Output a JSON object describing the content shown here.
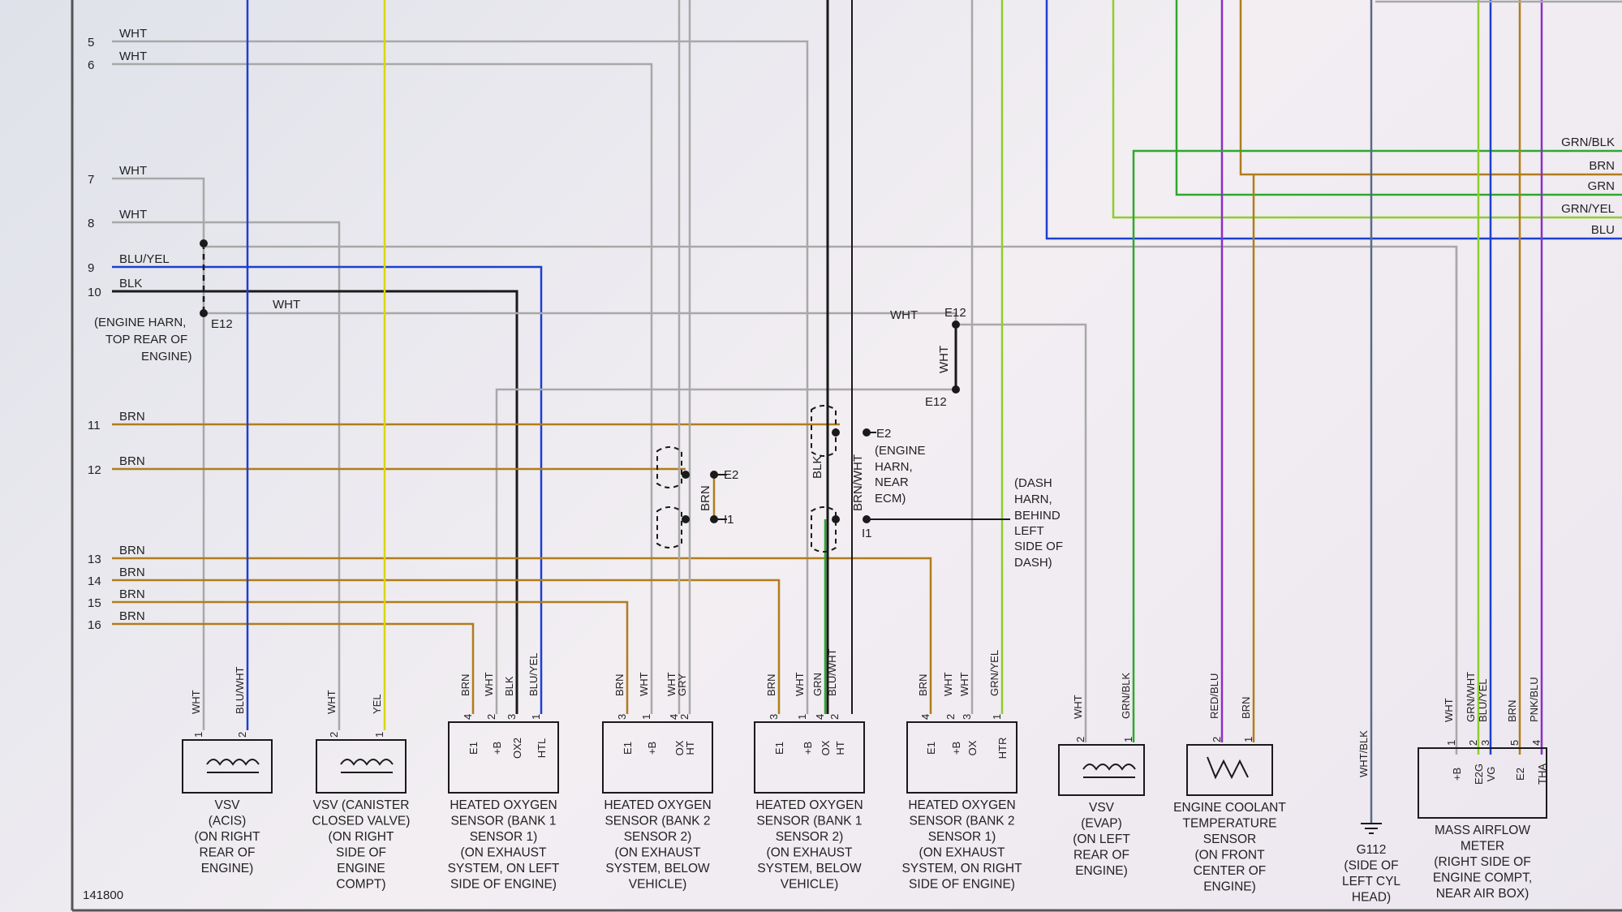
{
  "figure_id": "141800",
  "colors": {
    "WHT": "#a8a8a8",
    "BLU": "#1e3fd0",
    "YEL": "#d9d600",
    "BRN": "#b07d1c",
    "BLK": "#1a1a1a",
    "GRN": "#2ea82e",
    "GRNYEL": "#8fcd2a",
    "PURPLE": "#8a2fc5",
    "GRAYBLU": "#5a6a88"
  },
  "left_wires": [
    {
      "num": "5",
      "code": "WHT"
    },
    {
      "num": "6",
      "code": "WHT"
    },
    {
      "num": "7",
      "code": "WHT"
    },
    {
      "num": "8",
      "code": "WHT"
    },
    {
      "num": "9",
      "code": "BLU/YEL"
    },
    {
      "num": "10",
      "code": "BLK"
    },
    {
      "num": "11",
      "code": "BRN"
    },
    {
      "num": "12",
      "code": "BRN"
    },
    {
      "num": "13",
      "code": "BRN"
    },
    {
      "num": "14",
      "code": "BRN"
    },
    {
      "num": "15",
      "code": "BRN"
    },
    {
      "num": "16",
      "code": "BRN"
    }
  ],
  "right_wires": [
    "GRN/BLK",
    "BRN",
    "GRN",
    "GRN/YEL",
    "BLU"
  ],
  "splice_notes": {
    "wht_mid": "WHT",
    "e12_a": "E12",
    "e12_b": "E12",
    "e12_c": "E12",
    "e12_vert": "WHT",
    "engine_harn_top": [
      "(ENGINE HARN,",
      "TOP REAR OF",
      "ENGINE)"
    ],
    "e2_a": "E2",
    "e2_b": "E2",
    "i1_a": "I1",
    "i1_b": "I1",
    "brn_vert": "BRN",
    "blk_vert": "BLK",
    "brnwht_vert": "BRN/WHT",
    "engine_harn_ecm": [
      "(ENGINE",
      "HARN,",
      "NEAR",
      "ECM)"
    ],
    "dash_harn": [
      "(DASH",
      "HARN,",
      "BEHIND",
      "LEFT",
      "SIDE OF",
      "DASH)"
    ]
  },
  "components": [
    {
      "id": "vsv-acis",
      "wires": [
        "WHT",
        "BLU/WHT"
      ],
      "pins": [
        "1",
        "2"
      ],
      "terms": [],
      "caption": [
        "VSV",
        "(ACIS)",
        "(ON RIGHT",
        "REAR OF",
        "ENGINE)"
      ]
    },
    {
      "id": "vsv-canister",
      "wires": [
        "WHT",
        "YEL"
      ],
      "pins": [
        "2",
        "1"
      ],
      "terms": [],
      "caption": [
        "VSV (CANISTER",
        "CLOSED VALVE)",
        "(ON RIGHT",
        "SIDE OF",
        "ENGINE",
        "COMPT)"
      ]
    },
    {
      "id": "ho2s-b1s1",
      "wires": [
        "BRN",
        "WHT",
        "BLK",
        "BLU/YEL"
      ],
      "pins": [
        "4",
        "2",
        "3",
        "1"
      ],
      "terms": [
        "E1",
        "+B",
        "OX2",
        "HTL"
      ],
      "caption": [
        "HEATED OXYGEN",
        "SENSOR (BANK 1",
        "SENSOR 1)",
        "(ON EXHAUST",
        "SYSTEM, ON LEFT",
        "SIDE OF ENGINE)"
      ]
    },
    {
      "id": "ho2s-b2s2",
      "wires": [
        "BRN",
        "WHT",
        "WHT",
        "GRY"
      ],
      "pins": [
        "3",
        "1",
        "4",
        "2"
      ],
      "terms": [
        "E1",
        "+B",
        "OX",
        "HT"
      ],
      "caption": [
        "HEATED OXYGEN",
        "SENSOR (BANK 2",
        "SENSOR 2)",
        "(ON EXHAUST",
        "SYSTEM, BELOW",
        "VEHICLE)"
      ]
    },
    {
      "id": "ho2s-b1s2",
      "wires": [
        "BRN",
        "WHT",
        "GRN",
        "BLU/WHT"
      ],
      "pins": [
        "3",
        "1",
        "4",
        "2"
      ],
      "terms": [
        "E1",
        "+B",
        "OX",
        "HT"
      ],
      "caption": [
        "HEATED OXYGEN",
        "SENSOR (BANK 1",
        "SENSOR 2)",
        "(ON EXHAUST",
        "SYSTEM, BELOW",
        "VEHICLE)"
      ]
    },
    {
      "id": "ho2s-b2s1",
      "wires": [
        "BRN",
        "WHT",
        "WHT",
        "GRN/YEL"
      ],
      "pins": [
        "4",
        "2",
        "3",
        "1"
      ],
      "terms": [
        "E1",
        "+B",
        "OX",
        "HTR"
      ],
      "caption": [
        "HEATED OXYGEN",
        "SENSOR (BANK 2",
        "SENSOR 1)",
        "(ON EXHAUST",
        "SYSTEM, ON RIGHT",
        "SIDE OF ENGINE)"
      ]
    },
    {
      "id": "vsv-evap",
      "wires": [
        "WHT",
        "GRN/BLK"
      ],
      "pins": [
        "2",
        "1"
      ],
      "terms": [],
      "caption": [
        "VSV",
        "(EVAP)",
        "(ON LEFT",
        "REAR OF",
        "ENGINE)"
      ]
    },
    {
      "id": "ect",
      "wires": [
        "RED/BLU",
        "BRN"
      ],
      "pins": [
        "2",
        "1"
      ],
      "terms": [],
      "caption": [
        "ENGINE COOLANT",
        "TEMPERATURE",
        "SENSOR",
        "(ON FRONT",
        "CENTER OF",
        "ENGINE)"
      ]
    },
    {
      "id": "ground",
      "wires": [
        "WHT/BLK"
      ],
      "pins": [],
      "terms": [],
      "caption": [
        "G112",
        "(SIDE OF",
        "LEFT CYL",
        "HEAD)"
      ]
    },
    {
      "id": "maf",
      "wires": [
        "WHT",
        "GRN/WHT",
        "BLU/YEL",
        "BRN",
        "PNK/BLU"
      ],
      "pins": [
        "1",
        "2",
        "3",
        "5",
        "4"
      ],
      "terms": [
        "+B",
        "E2G",
        "VG",
        "E2",
        "THA"
      ],
      "caption": [
        "MASS AIRFLOW",
        "METER",
        "(RIGHT SIDE OF",
        "ENGINE COMPT,",
        "NEAR AIR BOX)"
      ]
    }
  ]
}
